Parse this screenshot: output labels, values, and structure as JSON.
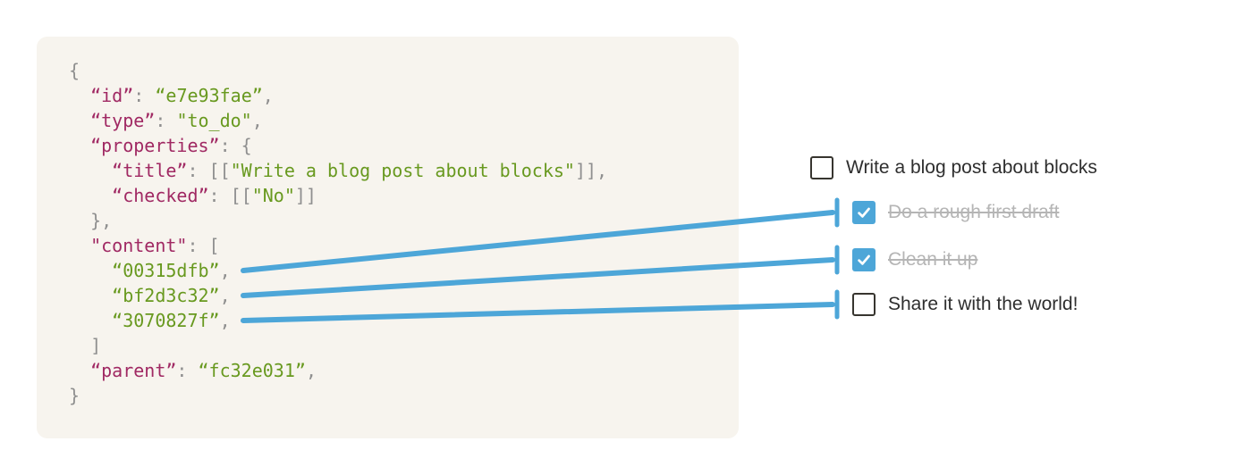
{
  "colors": {
    "page_bg": "#ffffff",
    "panel_bg": "#f7f4ee",
    "key_color": "#a02963",
    "string_color": "#68991f",
    "punct_color": "#8f8f8f",
    "accent_blue": "#4da6d8",
    "todo_text": "#2e2e2e",
    "done_text": "#b5b5b5",
    "checkbox_border": "#37352f",
    "checkmark": "#ffffff"
  },
  "code_panel": {
    "lines": [
      {
        "segments": [
          {
            "type": "punct",
            "text": "{"
          }
        ]
      },
      {
        "segments": [
          {
            "type": "punct",
            "text": "  "
          },
          {
            "type": "key",
            "text": "“id”"
          },
          {
            "type": "punct",
            "text": ": "
          },
          {
            "type": "string",
            "text": "“e7e93fae”"
          },
          {
            "type": "punct",
            "text": ","
          }
        ]
      },
      {
        "segments": [
          {
            "type": "punct",
            "text": "  "
          },
          {
            "type": "key",
            "text": "“type”"
          },
          {
            "type": "punct",
            "text": ": "
          },
          {
            "type": "string",
            "text": "\"to_do\""
          },
          {
            "type": "punct",
            "text": ","
          }
        ]
      },
      {
        "segments": [
          {
            "type": "punct",
            "text": "  "
          },
          {
            "type": "key",
            "text": "“properties”"
          },
          {
            "type": "punct",
            "text": ": {"
          }
        ]
      },
      {
        "segments": [
          {
            "type": "punct",
            "text": "    "
          },
          {
            "type": "key",
            "text": "“title”"
          },
          {
            "type": "punct",
            "text": ": [["
          },
          {
            "type": "string",
            "text": "\"Write a blog post about blocks\""
          },
          {
            "type": "punct",
            "text": "]],"
          }
        ]
      },
      {
        "segments": [
          {
            "type": "punct",
            "text": "    "
          },
          {
            "type": "key",
            "text": "“checked”"
          },
          {
            "type": "punct",
            "text": ": [["
          },
          {
            "type": "string",
            "text": "\"No\""
          },
          {
            "type": "punct",
            "text": "]]"
          }
        ]
      },
      {
        "segments": [
          {
            "type": "punct",
            "text": "  },"
          }
        ]
      },
      {
        "segments": [
          {
            "type": "punct",
            "text": "  "
          },
          {
            "type": "key",
            "text": "\"content\""
          },
          {
            "type": "punct",
            "text": ": ["
          }
        ]
      },
      {
        "segments": [
          {
            "type": "punct",
            "text": "    "
          },
          {
            "type": "string",
            "text": "“00315dfb”"
          },
          {
            "type": "punct",
            "text": ","
          }
        ]
      },
      {
        "segments": [
          {
            "type": "punct",
            "text": "    "
          },
          {
            "type": "string",
            "text": "“bf2d3c32”"
          },
          {
            "type": "punct",
            "text": ","
          }
        ]
      },
      {
        "segments": [
          {
            "type": "punct",
            "text": "    "
          },
          {
            "type": "string",
            "text": "“3070827f”"
          },
          {
            "type": "punct",
            "text": ","
          }
        ]
      },
      {
        "segments": [
          {
            "type": "punct",
            "text": "  ]"
          }
        ]
      },
      {
        "segments": [
          {
            "type": "punct",
            "text": "  "
          },
          {
            "type": "key",
            "text": "“parent”"
          },
          {
            "type": "punct",
            "text": ": "
          },
          {
            "type": "string",
            "text": "“fc32e031”"
          },
          {
            "type": "punct",
            "text": ","
          }
        ]
      },
      {
        "segments": [
          {
            "type": "punct",
            "text": "}"
          }
        ]
      }
    ]
  },
  "todo_list": {
    "items": [
      {
        "label": "Write a blog post about blocks",
        "checked": false,
        "completed": false,
        "indent": 0
      },
      {
        "label": "Do a rough first draft",
        "checked": true,
        "completed": true,
        "indent": 1
      },
      {
        "label": "Clean it up",
        "checked": true,
        "completed": true,
        "indent": 1
      },
      {
        "label": "Share it with the world!",
        "checked": false,
        "completed": false,
        "indent": 1
      }
    ]
  },
  "connectors": [
    {
      "from_block_id": "00315dfb",
      "to_item": "Do a rough first draft"
    },
    {
      "from_block_id": "bf2d3c32",
      "to_item": "Clean it up"
    },
    {
      "from_block_id": "3070827f",
      "to_item": "Share it with the world!"
    }
  ]
}
